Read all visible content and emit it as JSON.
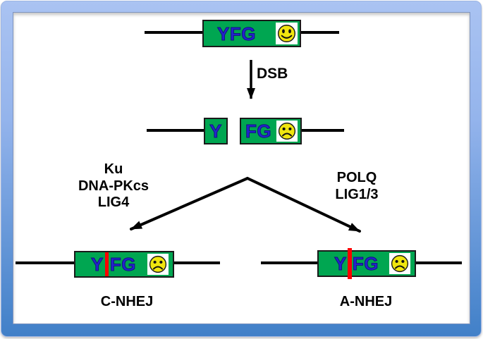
{
  "top_gene": {
    "label": "YFG",
    "face": "happy"
  },
  "dsb_arrow": {
    "label": "DSB"
  },
  "broken_gene": {
    "left_fragment": "Y",
    "right_fragment": "FG",
    "face": "sad"
  },
  "pathways": {
    "left": {
      "enzymes": [
        "Ku",
        "DNA-PKcs",
        "LIG4"
      ],
      "result": {
        "left_part": "Y",
        "right_part": "FG",
        "face": "sad",
        "name": "C-NHEJ"
      }
    },
    "right": {
      "enzymes": [
        "POLQ",
        "LIG1/3"
      ],
      "result": {
        "left_part": "Y",
        "right_part": "FG",
        "face": "sad",
        "name": "A-NHEJ"
      }
    }
  },
  "colors": {
    "gene_box_green": "#00A651",
    "gene_text_blue": "#2323D0",
    "break_marker_red": "#FF0000",
    "dna_line_black": "#000000",
    "face_yellow": "#F0E50F",
    "frame_blue_top": "#AAC3F2",
    "frame_blue_bottom": "#4180C8"
  }
}
